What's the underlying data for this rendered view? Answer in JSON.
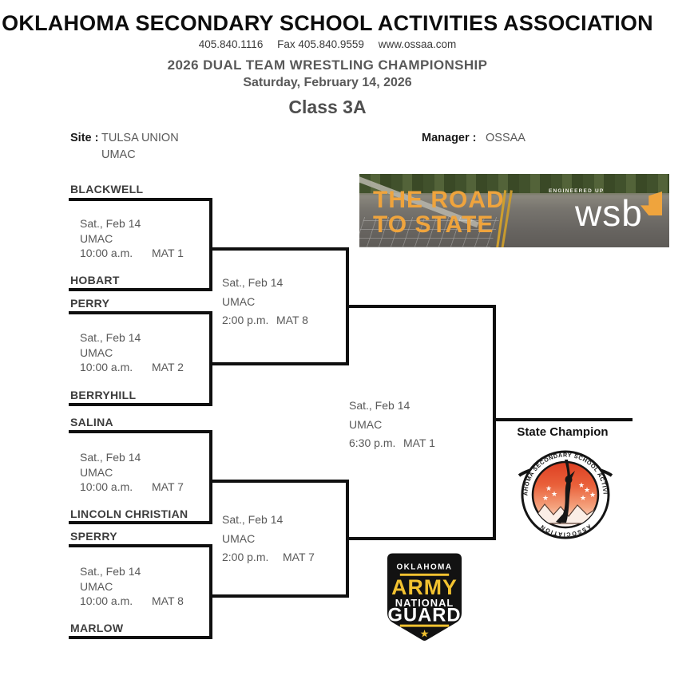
{
  "header": {
    "org_name": "OKLAHOMA SECONDARY SCHOOL ACTIVITIES ASSOCIATION",
    "phone": "405.840.1116",
    "fax": "Fax 405.840.9559",
    "website": "www.ossaa.com",
    "event_title": "2026 DUAL TEAM WRESTLING CHAMPIONSHIP",
    "event_date": "Saturday,  February 14, 2026",
    "class_label": "Class 3A"
  },
  "site": {
    "label": "Site :",
    "name": "TULSA UNION",
    "venue": "UMAC"
  },
  "manager": {
    "label": "Manager :",
    "name": "OSSAA"
  },
  "bracket": {
    "teams": [
      "BLACKWELL",
      "HOBART",
      "PERRY",
      "BERRYHILL",
      "SALINA",
      "LINCOLN CHRISTIAN",
      "SPERRY",
      "MARLOW"
    ],
    "quarterfinals": [
      {
        "date": "Sat., Feb 14",
        "venue": "UMAC",
        "time": "10:00 a.m.",
        "mat": "MAT 1"
      },
      {
        "date": "Sat., Feb 14",
        "venue": "UMAC",
        "time": "10:00 a.m.",
        "mat": "MAT 2"
      },
      {
        "date": "Sat., Feb 14",
        "venue": "UMAC",
        "time": "10:00 a.m.",
        "mat": "MAT 7"
      },
      {
        "date": "Sat., Feb 14",
        "venue": "UMAC",
        "time": "10:00 a.m.",
        "mat": "MAT 8"
      }
    ],
    "semifinals": [
      {
        "date": "Sat., Feb 14",
        "venue": "UMAC",
        "time": "2:00 p.m.",
        "mat": "MAT 8"
      },
      {
        "date": "Sat., Feb 14",
        "venue": "UMAC",
        "time": "2:00 p.m.",
        "mat": "MAT 7"
      }
    ],
    "final": {
      "date": "Sat., Feb 14",
      "venue": "UMAC",
      "time": "6:30 p.m.",
      "mat": "MAT 1"
    },
    "champion_label": "State Champion"
  },
  "sponsors": {
    "wsb_banner": {
      "headline_line1": "THE ROAD",
      "headline_line2": "TO STATE",
      "tagline": "ENGINEERED UP",
      "brand": "wsb"
    },
    "army_guard": {
      "state": "OKLAHOMA",
      "branch": "ARMY",
      "word2": "NATIONAL",
      "word3": "GUARD",
      "star": "★"
    },
    "ossaa_seal": {
      "ring_text_top": "OKLAHOMA SECONDARY SCHOOL ACTIVITIES",
      "ring_text_bottom": "ASSOCIATION"
    }
  },
  "colors": {
    "line_black": "#0f0f0f",
    "text_gray": "#595959",
    "team_gray": "#3d3d3d",
    "wsb_orange": "#efa43d",
    "guard_yellow": "#f2c230",
    "seal_red": "#e2492a"
  }
}
